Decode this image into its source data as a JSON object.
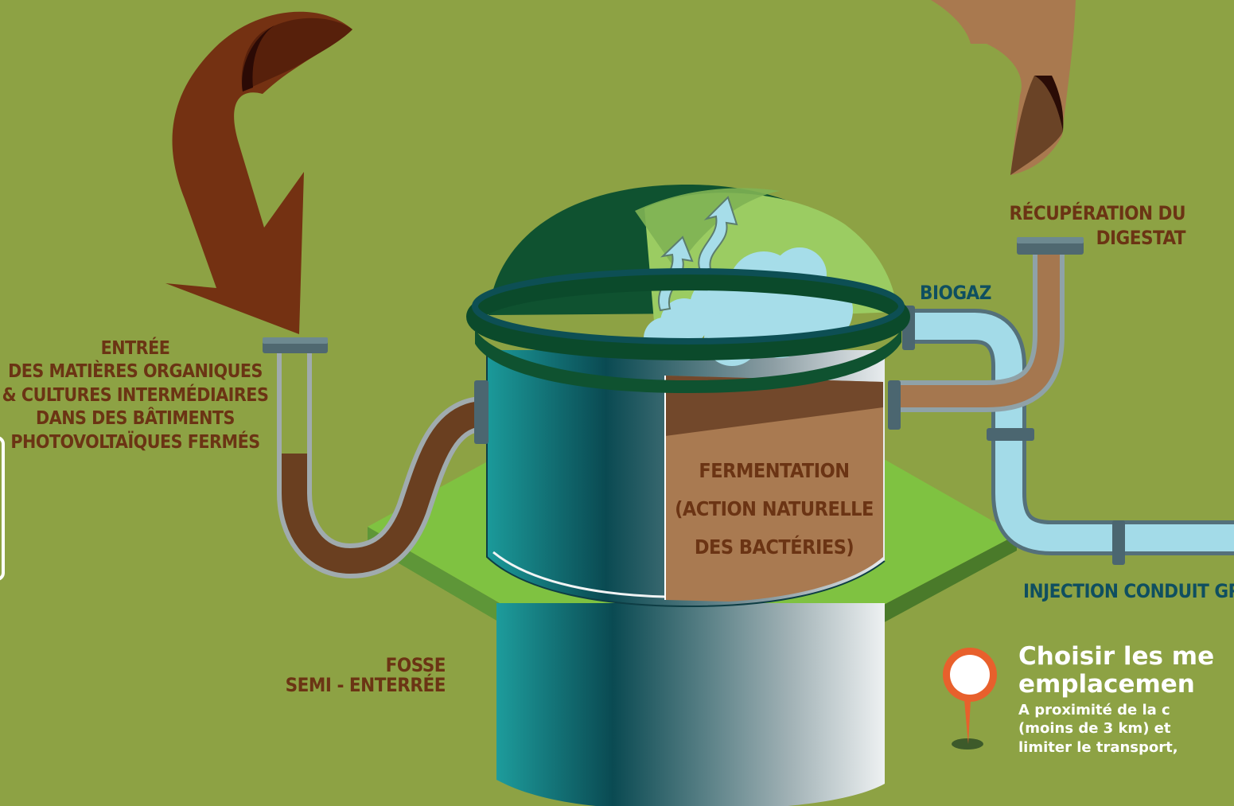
{
  "labels": {
    "entry": [
      "ENTRÉE",
      "DES MATIÈRES ORGANIQUES",
      "& CULTURES INTERMÉDIAIRES",
      "DANS DES BÂTIMENTS",
      "PHOTOVOLTAÏQUES FERMÉS"
    ],
    "recuperation": [
      "RÉCUPÉRATION DU",
      "DIGESTAT"
    ],
    "biogaz": "BIOGAZ",
    "fermentation": [
      "FERMENTATION",
      "(ACTION NATURELLE",
      "DES BACTÉRIES)"
    ],
    "fosse": [
      "FOSSE",
      "SEMI - ENTERRÉE"
    ],
    "injection": "INJECTION CONDUIT GRDF"
  },
  "info": {
    "title": [
      "Choisir les me",
      "emplacemen"
    ],
    "body": [
      "A proximité de la c",
      "(moins de 3 km) et",
      "limiter le transport,"
    ]
  },
  "icons": {
    "input_arrow": "curved-arrow-down-icon",
    "output_arrow": "curved-arrow-up-icon",
    "map_pin": "map-pin-icon",
    "gas_vapor": "rising-vapor-arrows-icon"
  },
  "colors": {
    "background": "#8da244",
    "label_brown": "#6b3414",
    "label_teal": "#0f4f60",
    "platform": "#7fc241",
    "dome": "#0f5230",
    "gas_pipe": "#a3dbe8",
    "digestate": "#a5774f",
    "pin": "#e8602c"
  }
}
